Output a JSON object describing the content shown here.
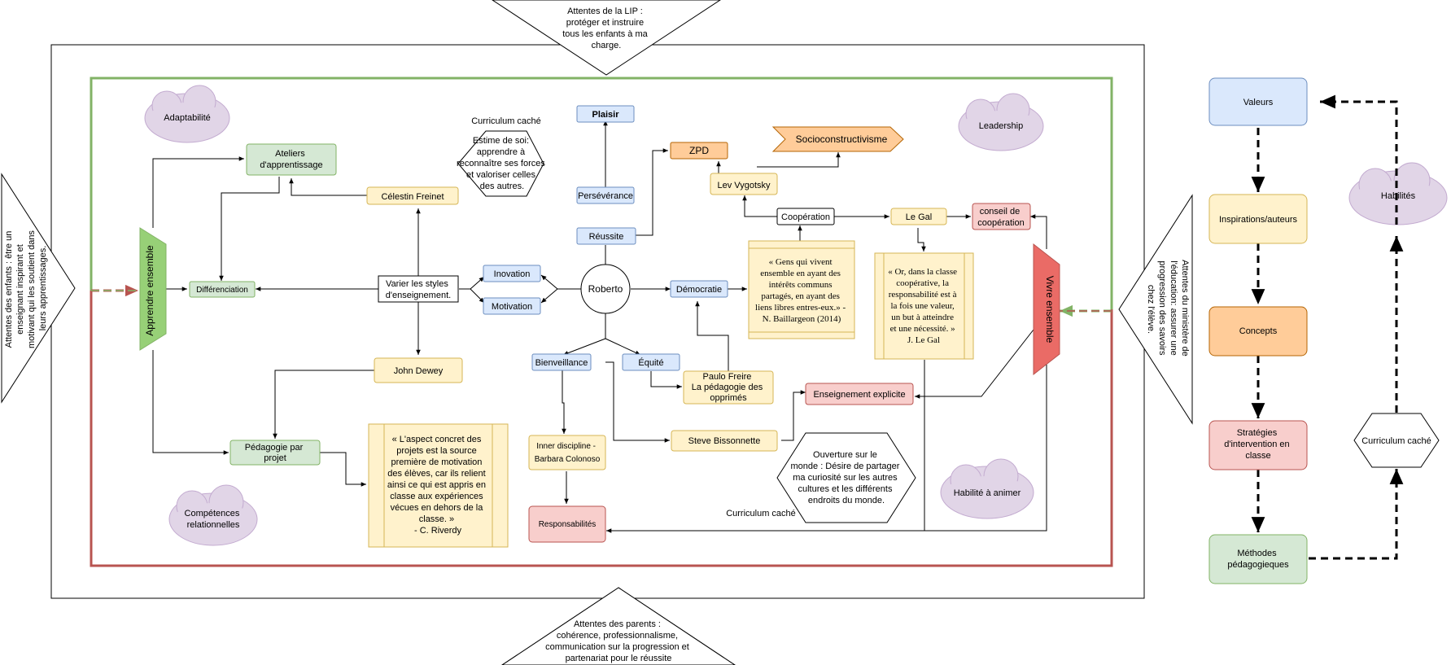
{
  "expectations": {
    "lip": [
      "Attentes de la LIP :",
      "protéger et instruire",
      "tous les enfants à ma",
      "charge."
    ],
    "parents": [
      "Attentes des parents :",
      "cohérence, professionnalisme,",
      "communication sur la progression et",
      "partenariat pour le réussite"
    ],
    "children": [
      "Attentes des enfants : être un",
      "enseignant inspirant et",
      "motivant qui les soutient dans",
      "leurs apprentissages."
    ],
    "ministry": [
      "Attentes du ministère de",
      "l'éducation: assurer une",
      "progression des savoirs",
      "chez l'élève."
    ]
  },
  "clouds": {
    "adaptabilite": "Adaptabilité",
    "leadership": "Leadership",
    "competences": [
      "Compétences",
      "relationnelles"
    ],
    "habilite_animer": "Habilité à animer",
    "habiletes": "Habilités"
  },
  "hidden_curriculum": {
    "title_top": "Curriculum caché",
    "estime": [
      "Estime de soi:",
      "apprendre à",
      "reconnaître ses forces",
      "et valoriser celles",
      "des autres."
    ],
    "ouverture": [
      "Ouverture sur le",
      "monde : Désire de partager",
      "ma curiosité sur les autres",
      "cultures et les différents",
      "endroits du monde."
    ],
    "title_bottom": "Curriculum caché"
  },
  "nodes": {
    "roberto": "Roberto",
    "plaisir": "Plaisir",
    "perseverance": "Persévérance",
    "reussite": "Réussite",
    "zpd": "ZPD",
    "socioconstructivisme": "Socioconstructivisme",
    "lev_vygotsky": "Lev Vygotsky",
    "cooperation": "Coopération",
    "le_gal": "Le Gal",
    "conseil": [
      "conseil de",
      "coopération"
    ],
    "democratie": "Démocratie",
    "inovation": "Inovation",
    "motivation": "Motivation",
    "varier": [
      "Varier les styles",
      "d'enseignement."
    ],
    "celestin": "Célestin Freinet",
    "ateliers": [
      "Ateliers",
      "d'apprentissage"
    ],
    "differenciation": "Différenciation",
    "apprendre_ensemble": "Apprendre ensemble",
    "john_dewey": "John Dewey",
    "pedagogie_projet": [
      "Pédagogie par",
      "projet"
    ],
    "bienveillance": "Bienveillance",
    "equite": "Équité",
    "paulo_freire": [
      "Paulo Freire",
      "La pédagogie des",
      "opprimés"
    ],
    "inner_discipline": [
      "Inner discipline -",
      "Barbara Colonoso"
    ],
    "responsabilites": "Responsabilités",
    "steve": "Steve Bissonnette",
    "enseignement_explicite": "Enseignement explicite",
    "vivre_ensemble": "Vivre ensemble"
  },
  "quotes": {
    "baillargeon": [
      "« Gens qui vivent",
      "ensemble en ayant des",
      "intérêts communs",
      "partagés, en ayant des",
      "liens libres entres-eux.» -",
      "N. Baillargeon (2014)"
    ],
    "legal": [
      "« Or, dans la classe",
      "coopérative, la",
      "responsabilité est à",
      "la fois une valeur,",
      "un but à atteindre",
      "et une nécessité. »",
      "J. Le Gal"
    ],
    "riverdy": [
      "« L'aspect concret des",
      "projets est la source",
      "première de motivation",
      "des élèves, car ils relient",
      "ainsi ce qui est appris en",
      "classe aux expériences",
      "vécues en dehors de la",
      "classe. »",
      "- C. Riverdy"
    ]
  },
  "legend": {
    "valeurs": "Valeurs",
    "inspirations": "Inspirations/auteurs",
    "concepts": "Concepts",
    "strategies": [
      "Stratégies",
      "d'intervention en",
      "classe"
    ],
    "methodes": [
      "Méthodes",
      "pédagogieques"
    ],
    "curriculum": "Curriculum caché"
  },
  "colors": {
    "blue_fill": "#dae8fc",
    "blue_stroke": "#6c8ebf",
    "yellow_fill": "#fff2cc",
    "yellow_stroke": "#d6b656",
    "orange_fill": "#ffcc99",
    "orange_stroke": "#b46504",
    "red_fill": "#f8cecc",
    "red_stroke": "#b85450",
    "green_fill": "#d5e8d4",
    "green_stroke": "#82b366",
    "cloud_fill": "#e1d5e7",
    "cloud_stroke": "#c3abd0",
    "frame_green": "#82b366",
    "frame_red": "#b85450"
  }
}
